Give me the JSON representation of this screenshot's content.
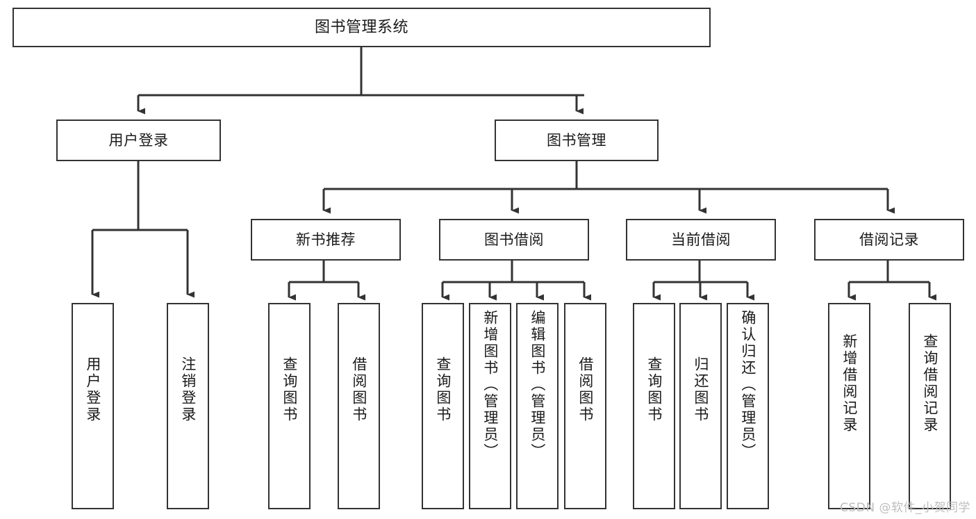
{
  "diagram": {
    "title": "图书管理系统",
    "type": "tree-hierarchy",
    "watermark": "CSDN @软件_小贺同学",
    "colors": {
      "box_border": "#333333",
      "box_fill": "#ffffff",
      "connector": "#333333",
      "text": "#1a1a1a",
      "watermark": "#bdbdbd",
      "background": "#ffffff"
    },
    "nodes": {
      "root": {
        "label": "图书管理系统"
      },
      "level2": [
        {
          "id": "user-login",
          "label": "用户登录"
        },
        {
          "id": "book-management",
          "label": "图书管理"
        }
      ],
      "level3": [
        {
          "id": "new-book-recommend",
          "label": "新书推荐"
        },
        {
          "id": "book-borrow",
          "label": "图书借阅"
        },
        {
          "id": "current-borrow",
          "label": "当前借阅"
        },
        {
          "id": "borrow-record",
          "label": "借阅记录"
        }
      ],
      "leaves": {
        "user_login": [
          {
            "id": "leaf-user-login",
            "label": "用户登录"
          },
          {
            "id": "leaf-logout-login",
            "label": "注销登录"
          }
        ],
        "new_book_recommend": [
          {
            "id": "leaf-query-book-1",
            "label": "查询图书"
          },
          {
            "id": "leaf-borrow-book-1",
            "label": "借阅图书"
          }
        ],
        "book_borrow": [
          {
            "id": "leaf-query-book-2",
            "label": "查询图书"
          },
          {
            "id": "leaf-add-book",
            "label": "新增图书（管理员）"
          },
          {
            "id": "leaf-edit-book",
            "label": "编辑图书（管理员）"
          },
          {
            "id": "leaf-borrow-book-2",
            "label": "借阅图书"
          }
        ],
        "current_borrow": [
          {
            "id": "leaf-query-book-3",
            "label": "查询图书"
          },
          {
            "id": "leaf-return-book",
            "label": "归还图书"
          },
          {
            "id": "leaf-confirm-return",
            "label": "确认归还（管理员）"
          }
        ],
        "borrow_record": [
          {
            "id": "leaf-add-borrow-record",
            "label": "新增借阅记录"
          },
          {
            "id": "leaf-query-borrow-record",
            "label": "查询借阅记录"
          }
        ]
      }
    }
  }
}
